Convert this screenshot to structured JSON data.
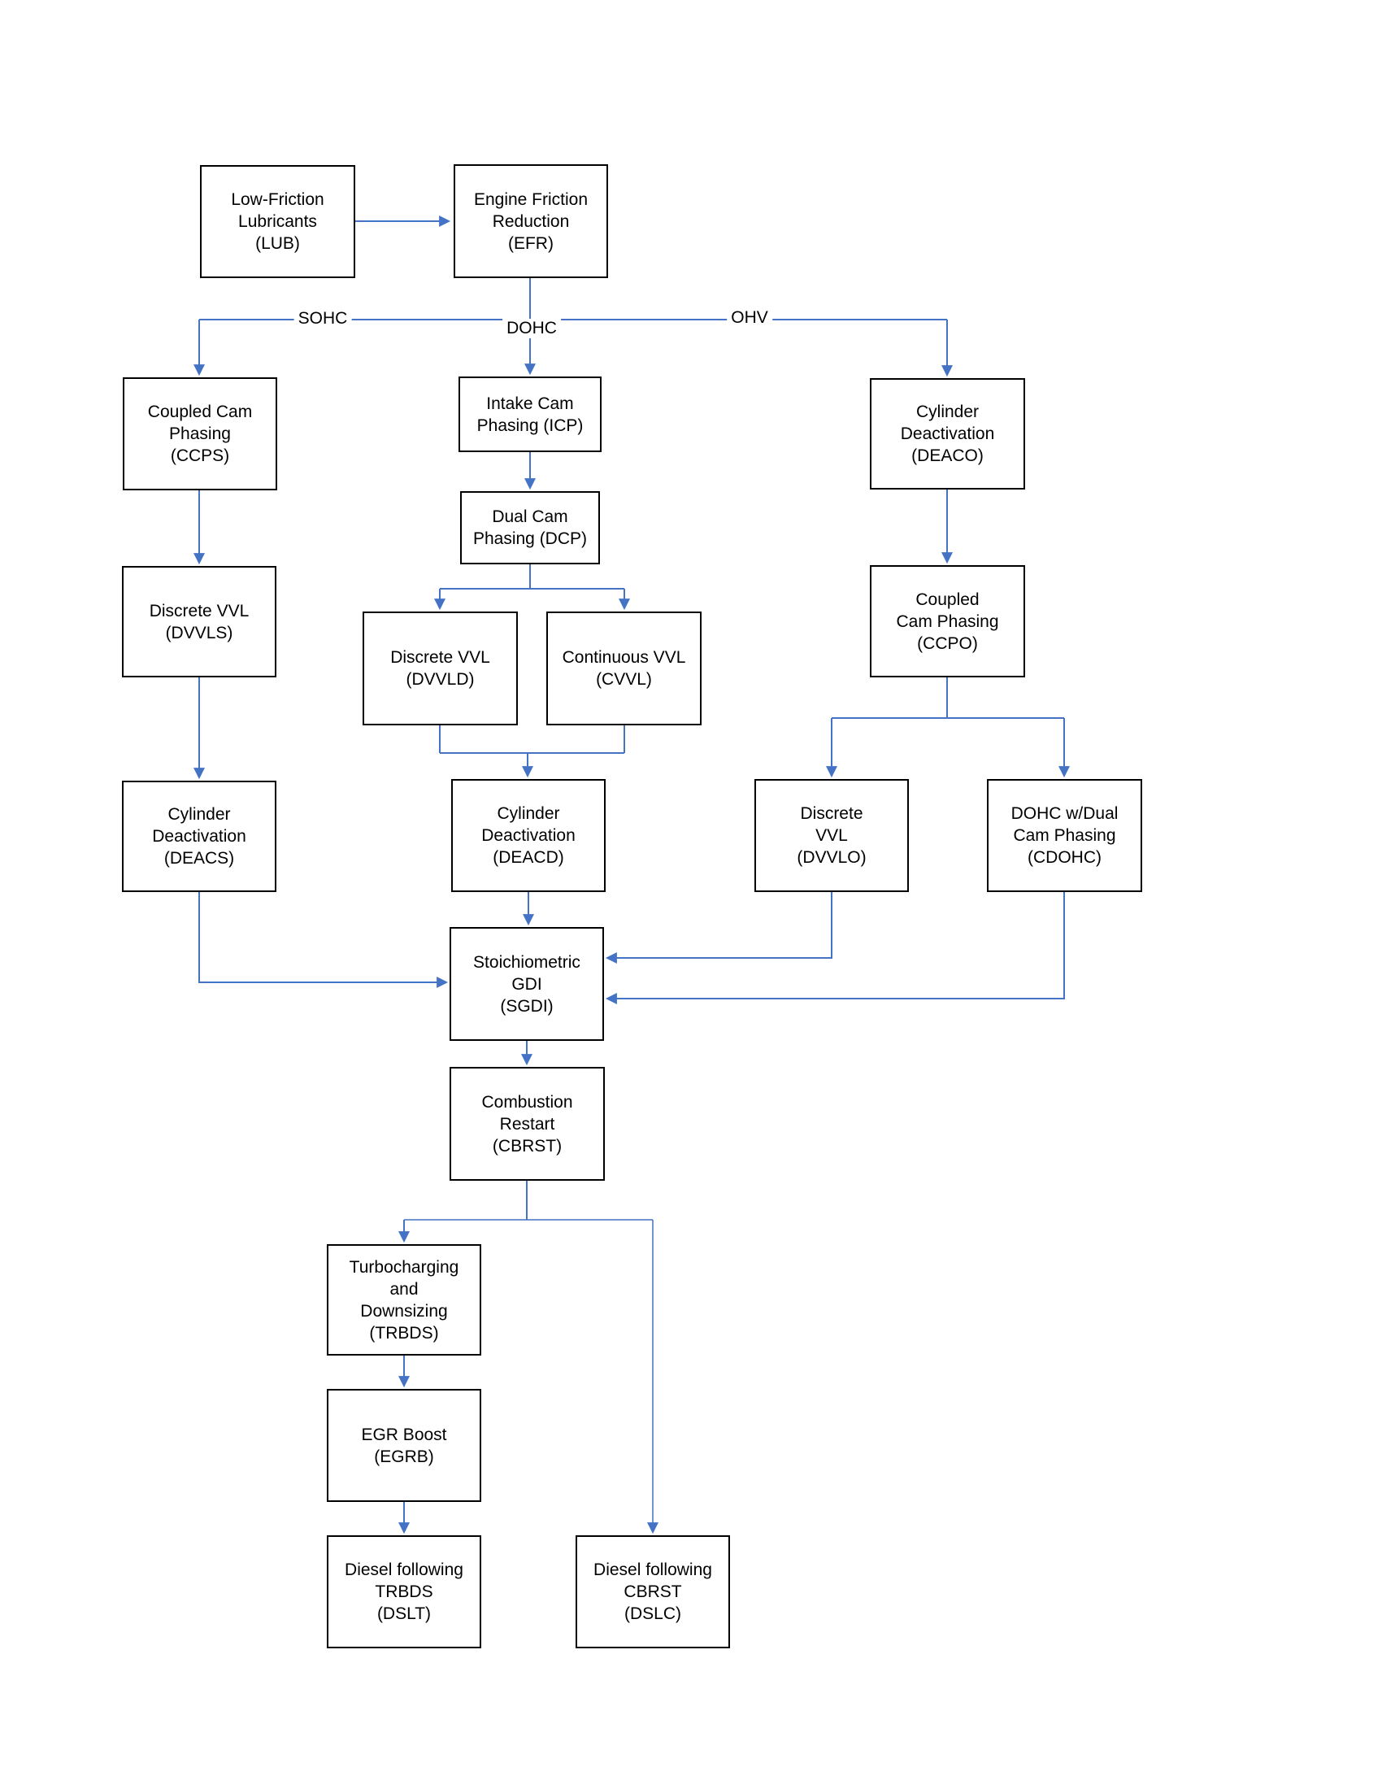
{
  "colors": {
    "connector": "#4472C4",
    "box_border": "#000000",
    "text": "#000000",
    "background": "#FFFFFF"
  },
  "branch_labels": {
    "sohc": "SOHC",
    "dohc": "DOHC",
    "ohv": "OHV"
  },
  "nodes": {
    "lub": {
      "label": "Low-Friction\nLubricants\n(LUB)"
    },
    "efr": {
      "label": "Engine Friction\nReduction\n(EFR)"
    },
    "ccps": {
      "label": "Coupled Cam\nPhasing\n(CCPS)"
    },
    "icp": {
      "label": "Intake Cam\nPhasing (ICP)"
    },
    "deaco": {
      "label": "Cylinder\nDeactivation\n(DEACO)"
    },
    "dcp": {
      "label": "Dual Cam\nPhasing (DCP)"
    },
    "dvvls": {
      "label": "Discrete VVL\n(DVVLS)"
    },
    "ccpo": {
      "label": "Coupled\nCam Phasing\n(CCPO)"
    },
    "dvvld": {
      "label": "Discrete VVL\n(DVVLD)"
    },
    "cvvl": {
      "label": "Continuous VVL\n(CVVL)"
    },
    "deacs": {
      "label": "Cylinder\nDeactivation\n(DEACS)"
    },
    "deacd": {
      "label": "Cylinder\nDeactivation\n(DEACD)"
    },
    "dvvlo": {
      "label": "Discrete\nVVL\n(DVVLO)"
    },
    "cdohc": {
      "label": "DOHC w/Dual\nCam Phasing\n(CDOHC)"
    },
    "sgdi": {
      "label": "Stoichiometric\nGDI\n(SGDI)"
    },
    "cbrst": {
      "label": "Combustion\nRestart\n(CBRST)"
    },
    "trbds": {
      "label": "Turbocharging\nand\nDownsizing\n(TRBDS)"
    },
    "egrb": {
      "label": "EGR Boost\n(EGRB)"
    },
    "dslt": {
      "label": "Diesel following\nTRBDS\n(DSLT)"
    },
    "dslc": {
      "label": "Diesel following\nCBRST\n(DSLC)"
    }
  },
  "edges": [
    {
      "from": "LUB",
      "to": "EFR"
    },
    {
      "from": "EFR",
      "to": "CCPS",
      "label": "SOHC"
    },
    {
      "from": "EFR",
      "to": "ICP",
      "label": "DOHC"
    },
    {
      "from": "EFR",
      "to": "DEACO",
      "label": "OHV"
    },
    {
      "from": "CCPS",
      "to": "DVVLS"
    },
    {
      "from": "DVVLS",
      "to": "DEACS"
    },
    {
      "from": "DEACS",
      "to": "SGDI"
    },
    {
      "from": "ICP",
      "to": "DCP"
    },
    {
      "from": "DCP",
      "to": "DVVLD"
    },
    {
      "from": "DCP",
      "to": "CVVL"
    },
    {
      "from": "DVVLD",
      "to": "DEACD"
    },
    {
      "from": "CVVL",
      "to": "DEACD"
    },
    {
      "from": "DEACD",
      "to": "SGDI"
    },
    {
      "from": "DEACO",
      "to": "CCPO"
    },
    {
      "from": "CCPO",
      "to": "DVVLO"
    },
    {
      "from": "CCPO",
      "to": "CDOHC"
    },
    {
      "from": "DVVLO",
      "to": "SGDI"
    },
    {
      "from": "CDOHC",
      "to": "SGDI"
    },
    {
      "from": "SGDI",
      "to": "CBRST"
    },
    {
      "from": "CBRST",
      "to": "TRBDS"
    },
    {
      "from": "CBRST",
      "to": "DSLC"
    },
    {
      "from": "TRBDS",
      "to": "EGRB"
    },
    {
      "from": "EGRB",
      "to": "DSLT"
    }
  ]
}
